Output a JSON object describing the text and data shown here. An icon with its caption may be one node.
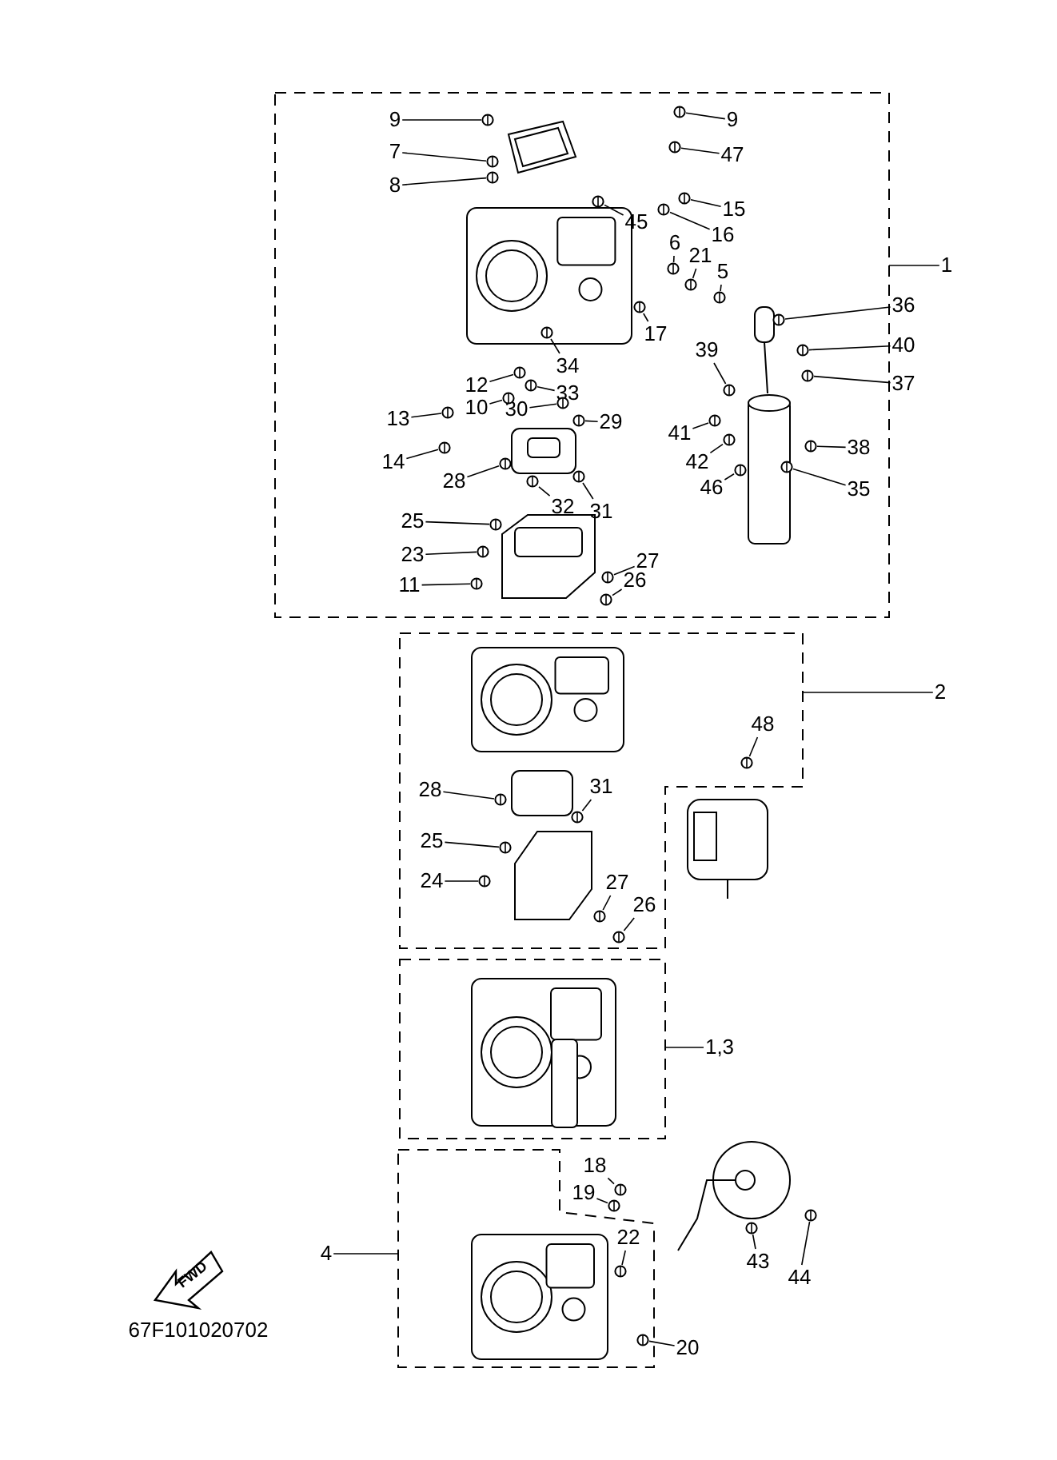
{
  "diagram": {
    "nodes": [
      {
        "text": [],
        "shape": "box"
      },
      {
        "text": [
          "9"
        ],
        "in": 0
      },
      {
        "text": [
          "9"
        ],
        "in": 0
      },
      {
        "text": [
          "7"
        ],
        "in": 0
      },
      {
        "text": [
          "47"
        ],
        "in": 0
      },
      {
        "text": [
          "8"
        ],
        "in": 0
      },
      {
        "text": [
          "45"
        ],
        "in": 0
      },
      {
        "text": [
          "15"
        ],
        "in": 0
      },
      {
        "text": [
          "16"
        ],
        "in": 0
      },
      {
        "text": [
          "6"
        ],
        "in": 0
      },
      {
        "text": [
          "21"
        ],
        "in": 0
      },
      {
        "text": [
          "5"
        ],
        "in": 0
      },
      {
        "text": [
          "17"
        ],
        "in": 0
      },
      {
        "text": [
          "36"
        ]
      },
      {
        "text": [
          "40"
        ]
      },
      {
        "text": [
          "39"
        ],
        "in": 0
      },
      {
        "text": [
          "37"
        ]
      },
      {
        "text": [
          "34"
        ],
        "in": 0
      },
      {
        "text": [
          "12"
        ],
        "in": 0
      },
      {
        "text": [
          "33"
        ],
        "in": 0
      },
      {
        "text": [
          "10"
        ],
        "in": 0
      },
      {
        "text": [
          "30"
        ],
        "in": 0
      },
      {
        "text": [
          "13"
        ],
        "in": 0
      },
      {
        "text": [
          "29"
        ],
        "in": 0
      },
      {
        "text": [
          "41"
        ],
        "in": 0
      },
      {
        "text": [
          "14"
        ],
        "in": 0
      },
      {
        "text": [
          "42"
        ],
        "in": 0
      },
      {
        "text": [
          "38"
        ],
        "in": 0
      },
      {
        "text": [
          "28"
        ],
        "in": 0
      },
      {
        "text": [
          "46"
        ],
        "in": 0
      },
      {
        "text": [
          "35"
        ],
        "in": 0
      },
      {
        "text": [
          "32"
        ],
        "in": 0
      },
      {
        "text": [
          "31"
        ],
        "in": 0
      },
      {
        "text": [
          "25"
        ],
        "in": 0
      },
      {
        "text": [
          "23"
        ],
        "in": 0
      },
      {
        "text": [
          "27"
        ],
        "in": 0
      },
      {
        "text": [
          "11"
        ],
        "in": 0
      },
      {
        "text": [
          "26"
        ],
        "in": 0
      },
      {
        "text": [
          "1"
        ]
      },
      {
        "text": [],
        "shape": "box"
      },
      {
        "text": [
          "2"
        ]
      },
      {
        "text": [
          "48"
        ],
        "in": 39
      },
      {
        "text": [
          "28"
        ],
        "in": 39
      },
      {
        "text": [
          "31"
        ],
        "in": 39
      },
      {
        "text": [
          "25"
        ],
        "in": 39
      },
      {
        "text": [
          "24"
        ],
        "in": 39
      },
      {
        "text": [
          "27"
        ],
        "in": 39
      },
      {
        "text": [
          "26"
        ],
        "in": 39
      },
      {
        "text": [],
        "shape": "box"
      },
      {
        "text": [
          "1,3"
        ]
      },
      {
        "text": [
          "4"
        ]
      },
      {
        "text": [],
        "shape": "box"
      },
      {
        "text": [
          "18"
        ]
      },
      {
        "text": [
          "19"
        ]
      },
      {
        "text": [
          "22"
        ],
        "in": 51
      },
      {
        "text": [
          "43"
        ]
      },
      {
        "text": [
          "44"
        ]
      },
      {
        "text": [
          "20"
        ]
      },
      {
        "text": [
          "FWD"
        ]
      },
      {
        "text": [],
        "shape": "picture",
        "in": 0
      },
      {
        "text": [],
        "shape": "picture",
        "in": 0
      },
      {
        "text": [],
        "shape": "picture",
        "in": 0
      },
      {
        "text": [],
        "shape": "picture",
        "in": 0
      },
      {
        "text": [],
        "shape": "picture",
        "in": 0
      },
      {
        "text": [],
        "shape": "picture",
        "in": 0
      },
      {
        "text": [],
        "shape": "picture",
        "in": 0
      },
      {
        "text": [],
        "shape": "picture",
        "in": 0
      },
      {
        "text": [],
        "shape": "picture",
        "in": 0
      },
      {
        "text": [],
        "shape": "picture",
        "in": 0
      },
      {
        "text": [],
        "shape": "picture",
        "in": 0
      },
      {
        "text": [],
        "shape": "picture",
        "in": 0
      },
      {
        "text": [],
        "shape": "picture",
        "in": 0
      },
      {
        "text": [],
        "shape": "picture",
        "in": 0
      },
      {
        "text": [],
        "shape": "picture",
        "in": 0
      },
      {
        "text": [],
        "shape": "picture",
        "in": 0
      },
      {
        "text": [],
        "shape": "picture",
        "in": 0
      },
      {
        "text": [],
        "shape": "picture",
        "in": 0
      },
      {
        "text": [],
        "shape": "picture",
        "in": 0
      },
      {
        "text": [],
        "shape": "picture",
        "in": 0
      },
      {
        "text": [],
        "shape": "picture",
        "in": 0
      },
      {
        "text": [],
        "shape": "picture",
        "in": 0
      },
      {
        "text": [],
        "shape": "picture",
        "in": 0
      },
      {
        "text": [],
        "shape": "picture",
        "in": 0
      },
      {
        "text": [],
        "shape": "picture",
        "in": 0
      },
      {
        "text": [],
        "shape": "picture",
        "in": 0
      },
      {
        "text": [],
        "shape": "picture",
        "in": 0
      },
      {
        "text": [],
        "shape": "picture",
        "in": 0
      },
      {
        "text": [],
        "shape": "picture",
        "in": 0
      },
      {
        "text": [],
        "shape": "picture",
        "in": 0
      },
      {
        "text": [],
        "shape": "picture",
        "in": 0
      },
      {
        "text": [],
        "shape": "picture",
        "in": 0
      },
      {
        "text": [],
        "shape": "picture",
        "in": 0
      },
      {
        "text": [],
        "shape": "picture",
        "in": 0
      },
      {
        "text": [],
        "shape": "picture",
        "in": 0
      },
      {
        "text": [],
        "shape": "picture",
        "in": 0
      },
      {
        "text": [],
        "shape": "picture",
        "in": 0
      },
      {
        "text": [],
        "shape": "picture",
        "in": 39
      },
      {
        "text": [],
        "shape": "picture",
        "in": 39
      },
      {
        "text": [],
        "shape": "picture",
        "in": 39
      },
      {
        "text": [],
        "shape": "picture",
        "in": 39
      },
      {
        "text": [],
        "shape": "picture",
        "in": 39
      },
      {
        "text": [],
        "shape": "picture",
        "in": 39
      },
      {
        "text": [],
        "shape": "picture",
        "in": 39
      },
      {
        "text": [],
        "shape": "picture"
      },
      {
        "text": [],
        "shape": "picture"
      },
      {
        "text": [],
        "shape": "picture",
        "in": 51
      },
      {
        "text": [],
        "shape": "picture"
      },
      {
        "text": [],
        "shape": "picture"
      },
      {
        "text": [],
        "shape": "picture",
        "in": 51
      }
    ],
    "edges": [
      {
        "from": 1,
        "to": 59,
        "arrow": "none"
      },
      {
        "from": 2,
        "to": 60,
        "arrow": "none"
      },
      {
        "from": 3,
        "to": 61,
        "arrow": "none"
      },
      {
        "from": 4,
        "to": 62,
        "arrow": "none"
      },
      {
        "from": 5,
        "to": 63,
        "arrow": "none"
      },
      {
        "from": 6,
        "to": 64,
        "arrow": "none"
      },
      {
        "from": 7,
        "to": 65,
        "arrow": "none"
      },
      {
        "from": 8,
        "to": 66,
        "arrow": "none"
      },
      {
        "from": 9,
        "to": 67,
        "arrow": "none"
      },
      {
        "from": 10,
        "to": 68,
        "arrow": "none"
      },
      {
        "from": 11,
        "to": 69,
        "arrow": "none"
      },
      {
        "from": 12,
        "to": 70,
        "arrow": "none"
      },
      {
        "from": 13,
        "to": 71,
        "arrow": "none"
      },
      {
        "from": 14,
        "to": 72,
        "arrow": "none"
      },
      {
        "from": 15,
        "to": 73,
        "arrow": "none"
      },
      {
        "from": 16,
        "to": 74,
        "arrow": "none"
      },
      {
        "from": 17,
        "to": 75,
        "arrow": "none"
      },
      {
        "from": 18,
        "to": 76,
        "arrow": "none"
      },
      {
        "from": 19,
        "to": 77,
        "arrow": "none"
      },
      {
        "from": 20,
        "to": 78,
        "arrow": "none"
      },
      {
        "from": 21,
        "to": 79,
        "arrow": "none"
      },
      {
        "from": 22,
        "to": 80,
        "arrow": "none"
      },
      {
        "from": 23,
        "to": 81,
        "arrow": "none"
      },
      {
        "from": 24,
        "to": 82,
        "arrow": "none"
      },
      {
        "from": 25,
        "to": 83,
        "arrow": "none"
      },
      {
        "from": 26,
        "to": 84,
        "arrow": "none"
      },
      {
        "from": 27,
        "to": 85,
        "arrow": "none"
      },
      {
        "from": 28,
        "to": 86,
        "arrow": "none"
      },
      {
        "from": 29,
        "to": 87,
        "arrow": "none"
      },
      {
        "from": 30,
        "to": 88,
        "arrow": "none"
      },
      {
        "from": 31,
        "to": 89,
        "arrow": "none"
      },
      {
        "from": 32,
        "to": 90,
        "arrow": "none"
      },
      {
        "from": 33,
        "to": 91,
        "arrow": "none"
      },
      {
        "from": 34,
        "to": 92,
        "arrow": "none"
      },
      {
        "from": 35,
        "to": 93,
        "arrow": "none"
      },
      {
        "from": 36,
        "to": 94,
        "arrow": "none"
      },
      {
        "from": 37,
        "to": 95,
        "arrow": "none"
      },
      {
        "from": 38,
        "to": 0,
        "arrow": "none"
      },
      {
        "from": 40,
        "to": 39,
        "arrow": "none"
      },
      {
        "from": 41,
        "to": 96,
        "arrow": "none"
      },
      {
        "from": 42,
        "to": 97,
        "arrow": "none"
      },
      {
        "from": 43,
        "to": 98,
        "arrow": "none"
      },
      {
        "from": 44,
        "to": 99,
        "arrow": "none"
      },
      {
        "from": 45,
        "to": 100,
        "arrow": "none"
      },
      {
        "from": 46,
        "to": 101,
        "arrow": "none"
      },
      {
        "from": 47,
        "to": 102,
        "arrow": "none"
      },
      {
        "from": 49,
        "to": 48,
        "arrow": "none"
      },
      {
        "from": 50,
        "to": 51,
        "arrow": "none"
      },
      {
        "from": 52,
        "to": 103,
        "arrow": "none"
      },
      {
        "from": 53,
        "to": 104,
        "arrow": "none"
      },
      {
        "from": 54,
        "to": 105,
        "arrow": "none"
      },
      {
        "from": 55,
        "to": 106,
        "arrow": "none"
      },
      {
        "from": 56,
        "to": 107,
        "arrow": "none"
      },
      {
        "from": 57,
        "to": 108,
        "arrow": "none"
      }
    ],
    "labels": [
      "67F101020702"
    ]
  }
}
